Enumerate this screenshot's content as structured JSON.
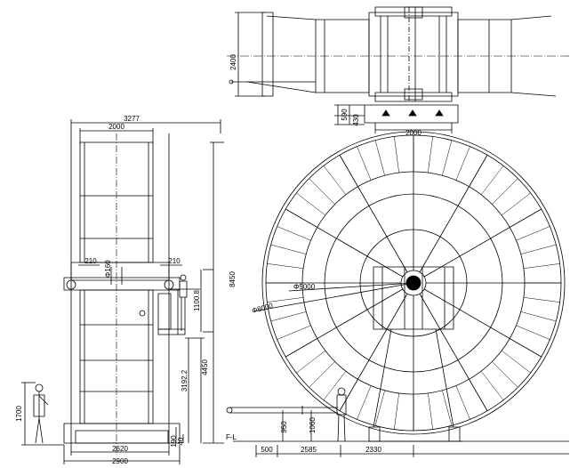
{
  "dimensions": {
    "top_width": "3277",
    "top_inner": "2000",
    "left_210": "210",
    "right_210": "210",
    "phi160": "Φ160",
    "d1100": "1100.8",
    "d3192": "3192.2",
    "d4450": "4450",
    "d8450": "8450",
    "d1700": "1700",
    "d190": "190",
    "d40": "40",
    "base_2620": "2620",
    "base_2900": "2900",
    "plan_2400": "2400",
    "plan_590": "590",
    "plan_430": "430",
    "plan_2000": "2000",
    "phi5000": "Φ5000",
    "phi8000": "Φ8000",
    "d950": "950",
    "d1060": "1060",
    "fl": "F-L",
    "d500": "500",
    "d2585": "2585",
    "d2330": "2330"
  },
  "colors": {
    "line": "#000000",
    "centerline": "#000000"
  }
}
